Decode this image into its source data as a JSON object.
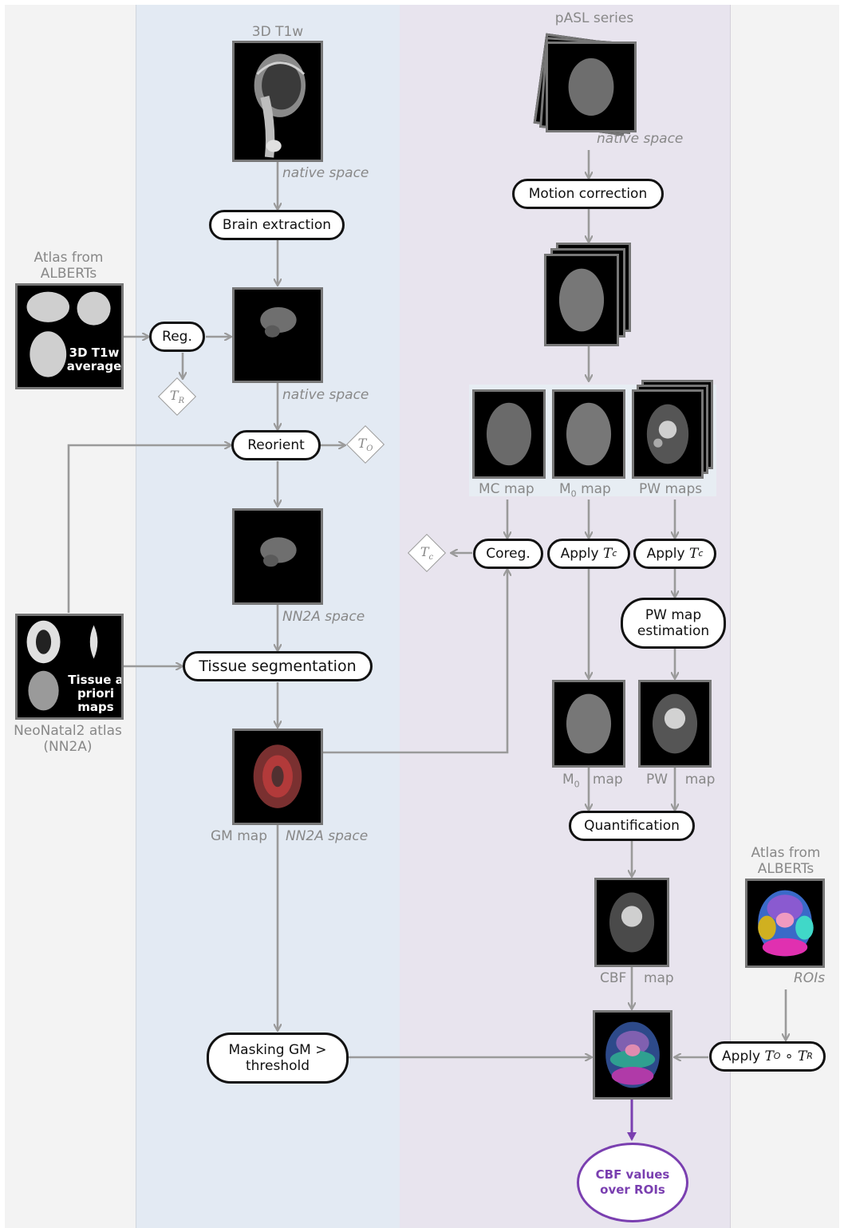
{
  "inputs": {
    "t1w_title": "3D T1w",
    "pasl_title": "pASL series",
    "atlas_albert_left": "Atlas from ALBERTs",
    "atlas_albert_left_img": "3D T1w average",
    "neonatal_atlas_img": "Tissue a priori maps",
    "neonatal_atlas_caption": "NeoNatal2 atlas (NN2A)",
    "atlas_albert_right": "Atlas from ALBERTs"
  },
  "space_labels": {
    "t1_native": "native space",
    "brain_native": "native space",
    "nn2a_space_1": "NN2A space",
    "nn2a_space_2": "NN2A space",
    "pasl_native": "native space",
    "rois": "ROIs"
  },
  "map_labels": {
    "gm_map": "GM map",
    "mc_map": "MC map",
    "m0_map_top_prefix": "M",
    "m0_map_top_sub": "0",
    "m0_map_top_suffix": "map",
    "pw_maps": "PW maps",
    "m0_map_bottom_prefix": "M",
    "m0_map_bottom_sub": "0",
    "m0_map_bottom_suffix": "map",
    "pw_map_bottom_a": "PW",
    "pw_map_bottom_b": "map",
    "cbf_a": "CBF",
    "cbf_b": "map"
  },
  "steps": {
    "brain_extraction": "Brain extraction",
    "reg": "Reg.",
    "reorient": "Reorient",
    "tissue_segmentation": "Tissue segmentation",
    "masking": "Masking GM > threshold",
    "motion_correction": "Motion correction",
    "coreg": "Coreg.",
    "apply_tc_prefix": "Apply",
    "apply_tc_sym": "T",
    "apply_tc_sub": "c",
    "pw_map_estimation": "PW map estimation",
    "quantification": "Quantification",
    "apply_to_tr_prefix": "Apply",
    "apply_to_tr_t1": "T",
    "apply_to_tr_sub1": "O",
    "apply_to_tr_op": "∘",
    "apply_to_tr_t2": "T",
    "apply_to_tr_sub2": "R"
  },
  "transforms": {
    "tr_sym": "T",
    "tr_sub": "R",
    "to_sym": "T",
    "to_sub": "O",
    "tc_sym": "T",
    "tc_sub": "c"
  },
  "output": {
    "label": "CBF values over ROIs"
  },
  "colors": {
    "panel_left": "#f3f3f3",
    "panel_anat": "#e3eaf3",
    "panel_asl": "#e8e4ee",
    "panel_right": "#f3f3f3",
    "arrow": "#9a9a9a",
    "node_border": "#111111",
    "output_purple": "#7a3fb0"
  }
}
